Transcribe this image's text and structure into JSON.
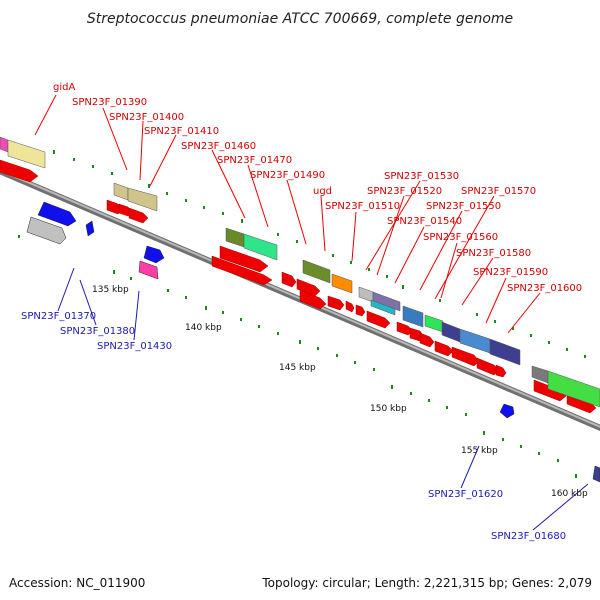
{
  "title": "Streptococcus pneumoniae ATCC 700669, complete genome",
  "footer": {
    "accession": "Accession: NC_011900",
    "summary": "Topology: circular; Length: 2,221,315 bp; Genes: 2,079"
  },
  "colors": {
    "forward_strand": "#ee0000",
    "reverse_strand": "#0000dd",
    "label_forward": "#d40000",
    "label_reverse": "#1a1ab0",
    "backbone": "#8f8f8f",
    "tick": "#1a8a1a"
  },
  "scale_labels": [
    "135 kbp",
    "140 kbp",
    "145 kbp",
    "150 kbp",
    "155 kbp",
    "160 kbp"
  ],
  "forward_gene_labels": [
    "gidA",
    "SPN23F_01390",
    "SPN23F_01400",
    "SPN23F_01410",
    "SPN23F_01460",
    "SPN23F_01470",
    "SPN23F_01490",
    "ugd",
    "SPN23F_01510",
    "SPN23F_01530",
    "SPN23F_01520",
    "SPN23F_01540",
    "SPN23F_01550",
    "SPN23F_01570",
    "SPN23F_01560",
    "SPN23F_01580",
    "SPN23F_01590",
    "SPN23F_01600"
  ],
  "reverse_gene_labels": [
    "SPN23F_01370",
    "SPN23F_01380",
    "SPN23F_01430",
    "SPN23F_01620",
    "SPN23F_01680"
  ]
}
